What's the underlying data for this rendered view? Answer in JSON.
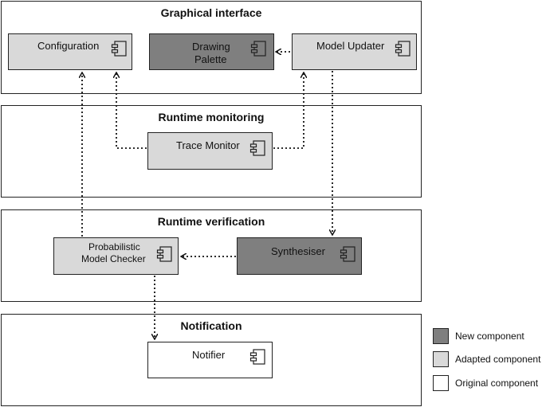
{
  "panels": {
    "graphical": "Graphical interface",
    "monitoring": "Runtime monitoring",
    "verification": "Runtime verification",
    "notification": "Notification"
  },
  "components": {
    "configuration": "Configuration",
    "drawing_palette_1": "Drawing",
    "drawing_palette_2": "Palette",
    "model_updater": "Model Updater",
    "trace_monitor": "Trace Monitor",
    "pmc_1": "Probabilistic",
    "pmc_2": "Model Checker",
    "synthesiser": "Synthesiser",
    "notifier": "Notifier"
  },
  "legend": {
    "new": "New component",
    "adapted": "Adapted component",
    "original": "Original component"
  },
  "colors": {
    "new": "#7f7f7f",
    "adapted": "#d9d9d9",
    "original": "#ffffff"
  }
}
